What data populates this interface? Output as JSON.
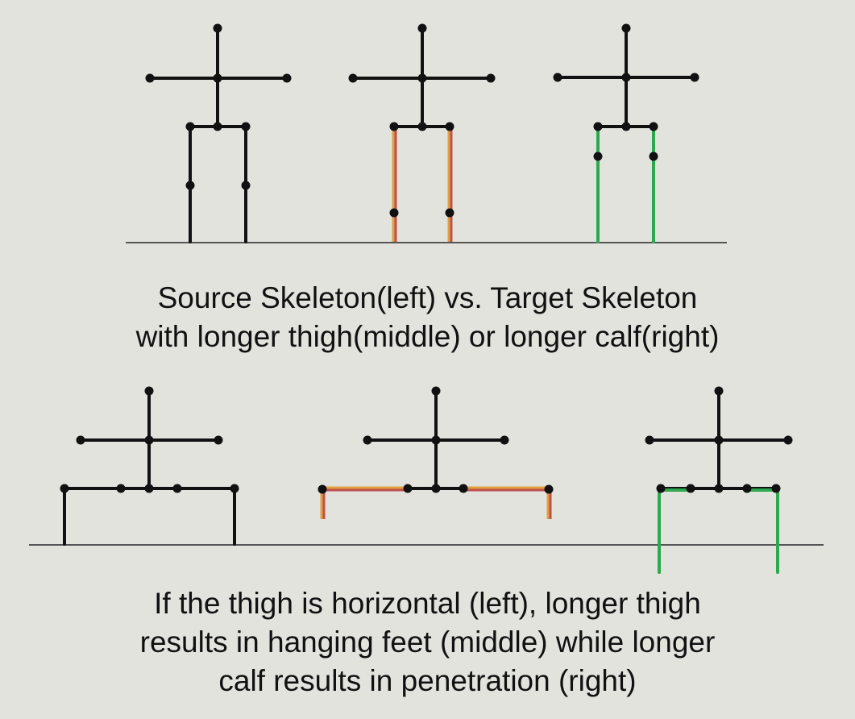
{
  "captions": {
    "top": {
      "line1": "Source Skeleton(left) vs. Target Skeleton",
      "line2": "with longer thigh(middle) or longer calf(right)"
    },
    "bottom": {
      "line1": "If the thigh is horizontal (left), longer thigh",
      "line2": "results in hanging feet (middle) while longer",
      "line3": "calf results in penetration (right)"
    }
  },
  "colors": {
    "background": "#e3e3de",
    "bone": "#111111",
    "ground": "#555555",
    "longer_thigh": "#e0a040",
    "longer_calf": "#2ea84e"
  },
  "figures": {
    "standing": [
      "source-skeleton",
      "longer-thigh-skeleton",
      "longer-calf-skeleton"
    ],
    "horizontal_thigh": [
      "source-skeleton",
      "hanging-feet-skeleton",
      "penetration-skeleton"
    ]
  }
}
